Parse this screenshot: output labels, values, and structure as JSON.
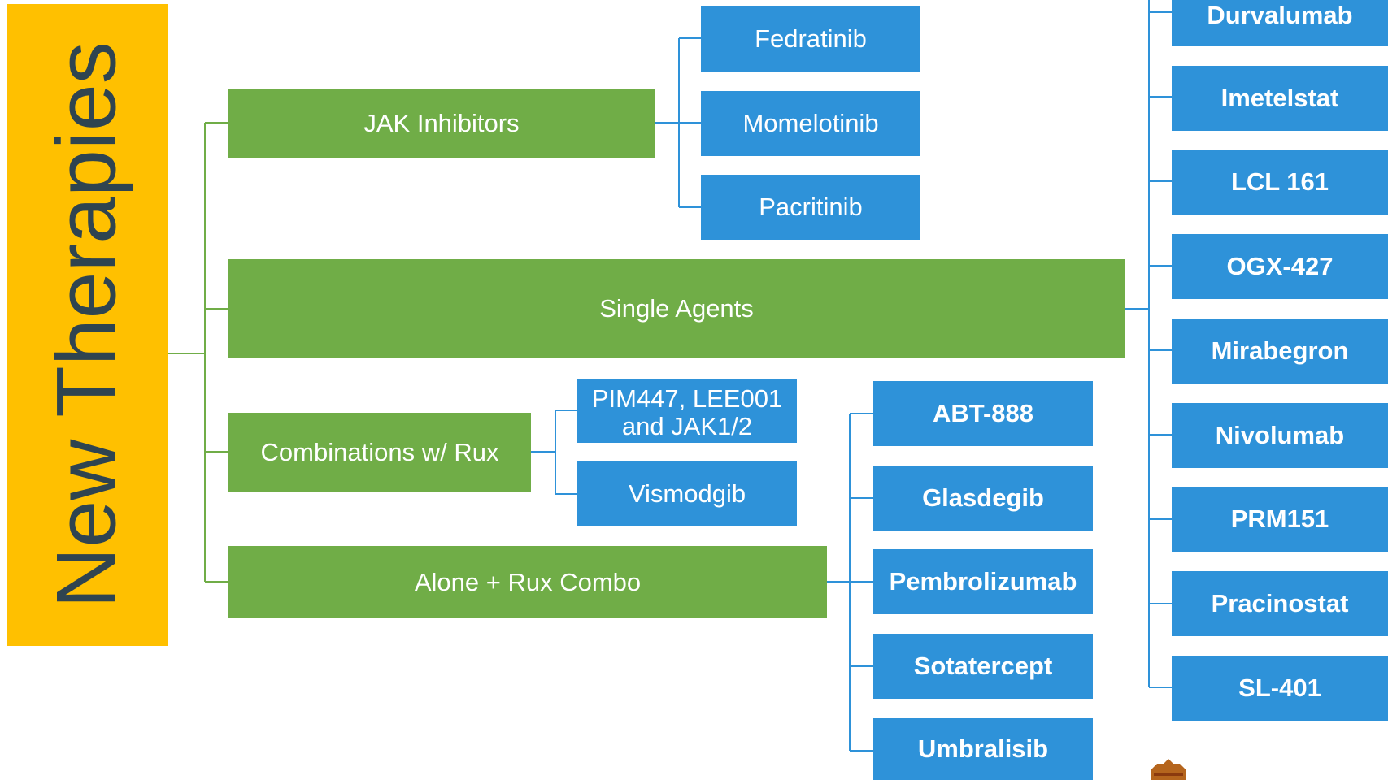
{
  "root": {
    "label": "New Therapies"
  },
  "categories": {
    "jak": {
      "label": "JAK Inhibitors",
      "children": [
        "Fedratinib",
        "Momelotinib",
        "Pacritinib"
      ]
    },
    "single": {
      "label": "Single Agents",
      "children": [
        "Durvalumab",
        "Imetelstat",
        "LCL 161",
        "OGX-427",
        "Mirabegron",
        "Nivolumab",
        "PRM151",
        "Pracinostat",
        "SL-401"
      ]
    },
    "combo": {
      "label": "Combinations w/ Rux",
      "children": [
        "PIM447, LEE001 and JAK1/2",
        "Vismodgib"
      ]
    },
    "alone": {
      "label": "Alone + Rux Combo",
      "children": [
        "ABT-888",
        "Glasdegib",
        "Pembrolizumab",
        "Sotatercept",
        "Umbralisib"
      ]
    }
  },
  "colors": {
    "root": "#FFC000",
    "category": "#70AD47",
    "leaf": "#2E92D9",
    "connector_green": "#70AD47",
    "connector_blue": "#2E92D9",
    "root_text": "#2F4450"
  }
}
